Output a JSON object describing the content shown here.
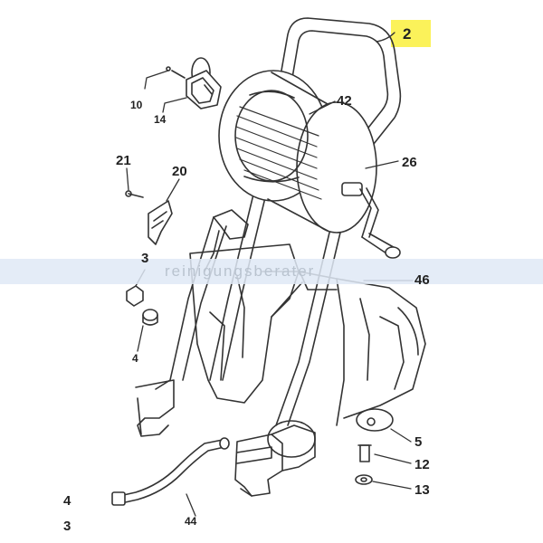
{
  "diagram": {
    "watermark": "reinigungsberater",
    "highlight_color": "#fbf25a",
    "labels": {
      "l2": "2",
      "l42": "42",
      "l26": "26",
      "l10": "10",
      "l14": "14",
      "l21": "21",
      "l20": "20",
      "l3a": "3",
      "l4a": "4",
      "l46": "46",
      "l5": "5",
      "l12": "12",
      "l13": "13",
      "l44": "44",
      "l4b": "4",
      "l3b": "3"
    }
  }
}
